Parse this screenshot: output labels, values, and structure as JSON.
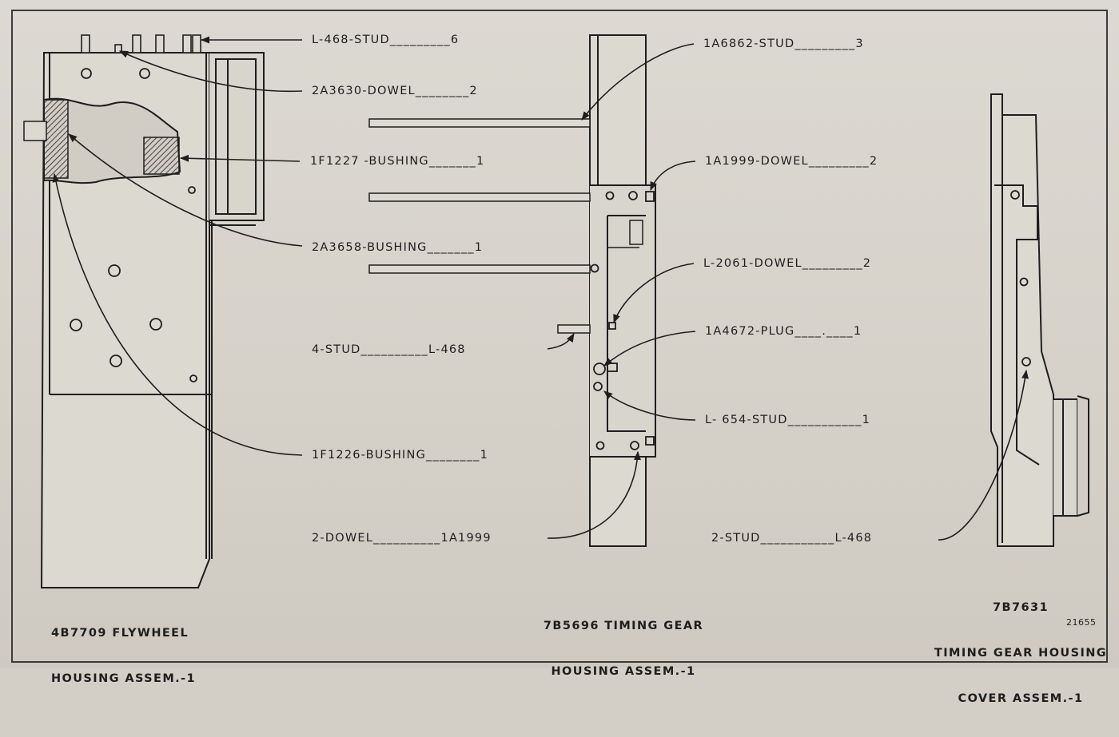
{
  "callouts": {
    "l468_stud": "L-468-STUD_________6",
    "dowel_2a3630": "2A3630-DOWEL________2",
    "bushing_1f1227": "1F1227 -BUSHING_______1",
    "bushing_2a3658": "2A3658-BUSHING_______1",
    "stud_4_l468": "4-STUD__________L-468",
    "bushing_1f1226": "1F1226-BUSHING________1",
    "dowel_2_1a1999": "2-DOWEL__________1A1999",
    "stud_1a6862": "1A6862-STUD_________3",
    "dowel_1a1999": "1A1999-DOWEL_________2",
    "dowel_l2061": "L-2061-DOWEL_________2",
    "plug_1a4672": "1A4672-PLUG____.____1",
    "stud_l654": "L- 654-STUD___________1",
    "stud_2_l468": "2-STUD___________L-468"
  },
  "captions": {
    "flywheel_line1": "4B7709 FLYWHEEL",
    "flywheel_line2": "HOUSING ASSEM.-1",
    "timing_line1": "7B5696 TIMING GEAR",
    "timing_line2": "HOUSING ASSEM.-1",
    "cover_line1": "7B7631",
    "cover_line2": "TIMING GEAR HOUSING",
    "cover_line3": "COVER ASSEM.-1",
    "figure_number": "21655"
  },
  "colors": {
    "ink": "#1e1e1e",
    "paper": "#d8d4cc"
  }
}
